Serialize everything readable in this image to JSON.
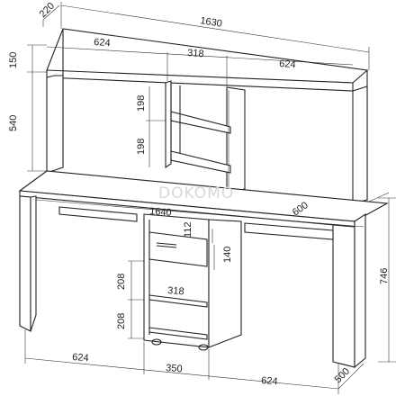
{
  "drawing": {
    "watermark": "DOKOMO",
    "dimensions": {
      "depth_top": "220",
      "width_top": "1630",
      "shelf_left": "624",
      "shelf_mid": "318",
      "shelf_right": "624",
      "height_top": "150",
      "height_super": "540",
      "shelf_h1": "198",
      "shelf_h2": "198",
      "desk_depth": "600",
      "desk_width": "1640",
      "drawer_h": "112",
      "drawer_gap": "140",
      "cab_h1": "208",
      "cab_h2": "208",
      "cab_inner_w": "318",
      "desk_height": "746",
      "bottom_left": "624",
      "bottom_mid": "350",
      "bottom_right": "624",
      "bottom_depth": "500"
    }
  }
}
